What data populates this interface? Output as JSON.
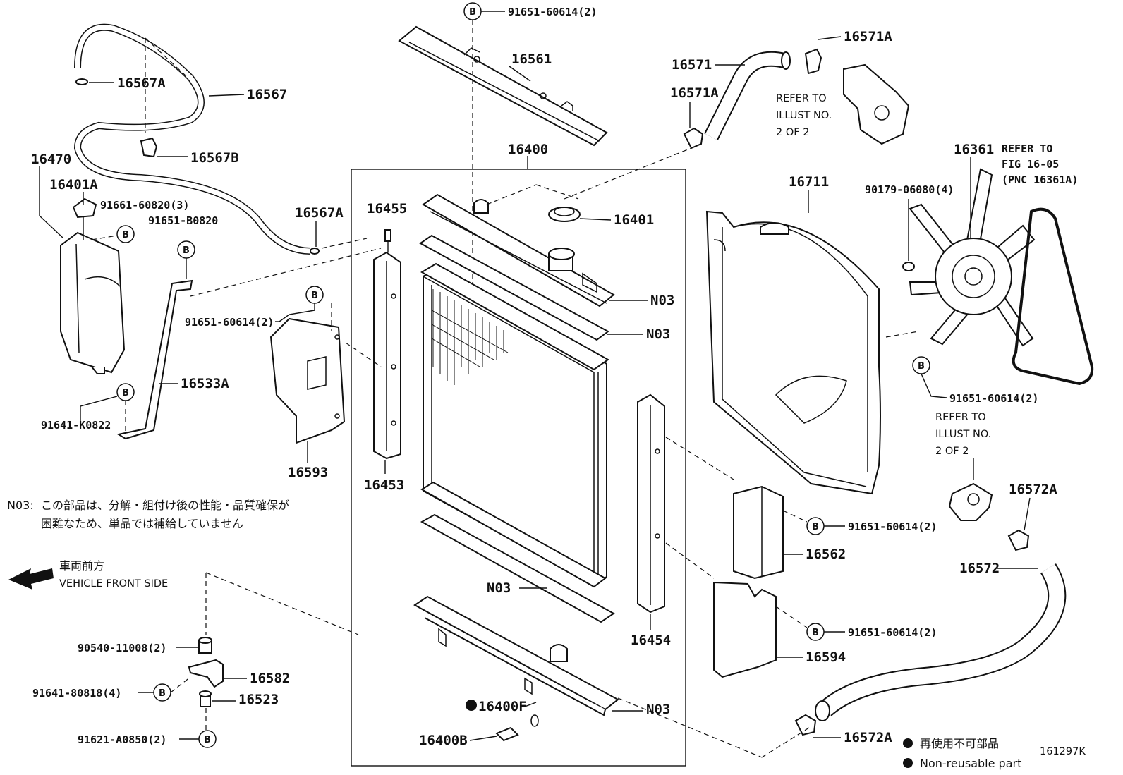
{
  "figure_id": "161297K",
  "direction": {
    "jp": "車両前方",
    "en": "VEHICLE FRONT SIDE"
  },
  "note_n03": {
    "code": "N03:",
    "line1": "この部品は、分解・組付け後の性能・品質確保が",
    "line2": "困難なため、単品では補給していません"
  },
  "legend": {
    "jp": "再使用不可部品",
    "en": "Non-reusable part"
  },
  "refer": {
    "refer_to": "REFER TO",
    "illust_no": "ILLUST NO.",
    "two_of_two": "2 OF 2",
    "fig_ref": "FIG 16-05",
    "pnc_ref": "(PNC 16361A)"
  },
  "bolt_symbol": "B",
  "parts": {
    "p16561": "16561",
    "p16400": "16400",
    "p16455": "16455",
    "p16401": "16401",
    "p16453": "16453",
    "p16454": "16454",
    "p16593": "16593",
    "p16470": "16470",
    "p16401A": "16401A",
    "p16567": "16567",
    "p16567A_top": "16567A",
    "p16567A_mid": "16567A",
    "p16567B": "16567B",
    "p16533A": "16533A",
    "p16571": "16571",
    "p16571A_top": "16571A",
    "p16571A_mid": "16571A",
    "p16361": "16361",
    "p16711": "16711",
    "p16562": "16562",
    "p16594": "16594",
    "p16572": "16572",
    "p16572A_top": "16572A",
    "p16572A_bot": "16572A",
    "p16582": "16582",
    "p16523": "16523",
    "p16400F": "16400F",
    "p16400B": "16400B",
    "n03_a": "N03",
    "n03_b": "N03",
    "n03_c": "N03",
    "n03_d": "N03",
    "b_91651_60614_top": "91651-60614(2)",
    "b_91661_60820": "91661-60820(3)",
    "b_91651_B0820": "91651-B0820",
    "b_91651_60614_left": "91651-60614(2)",
    "b_91641_K0822": "91641-K0822",
    "b_90179_06080": "90179-06080(4)",
    "b_91651_60614_right": "91651-60614(2)",
    "b_91651_60614_562": "91651-60614(2)",
    "b_91651_60614_594": "91651-60614(2)",
    "b_90540_11008": "90540-11008(2)",
    "b_91641_80818": "91641-80818(4)",
    "b_91621_A0850": "91621-A0850(2)"
  }
}
